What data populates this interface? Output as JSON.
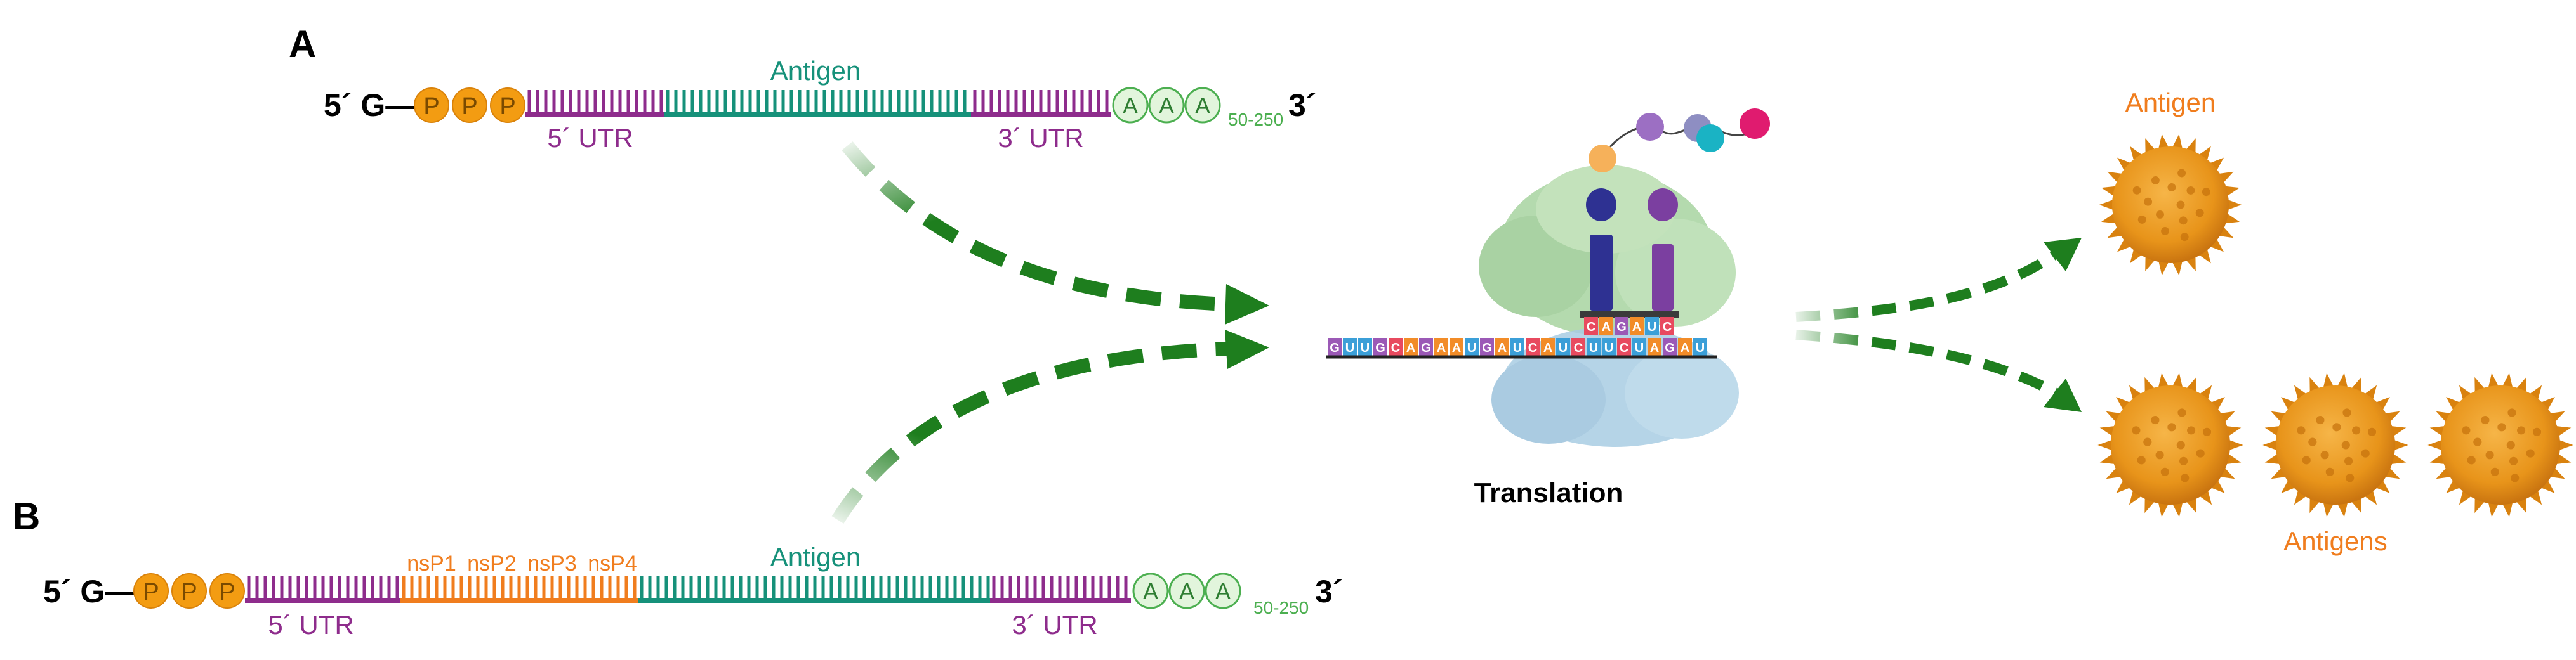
{
  "panel_a": {
    "label": "A",
    "five_prime": "5´ G—",
    "cap": [
      "P",
      "P",
      "P"
    ],
    "utr5": "5´ UTR",
    "antigen": "Antigen",
    "utr3": "3´ UTR",
    "polyA": [
      "A",
      "A",
      "A"
    ],
    "polyA_range": "50-250",
    "three_prime": "3´"
  },
  "panel_b": {
    "label": "B",
    "five_prime": "5´ G—",
    "cap": [
      "P",
      "P",
      "P"
    ],
    "utr5": "5´ UTR",
    "nsp": [
      "nsP1",
      "nsP2",
      "nsP3",
      "nsP4"
    ],
    "antigen": "Antigen",
    "utr3": "3´ UTR",
    "polyA": [
      "A",
      "A",
      "A"
    ],
    "polyA_range": "50-250",
    "three_prime": "3´"
  },
  "ribosome": {
    "label": "Translation",
    "mrna_sequence": "GUUGCAGAAUGAUCAUCUUCUAGAU",
    "anticodon": "CAGAUC"
  },
  "outputs": {
    "single_label": "Antigen",
    "multi_label": "Antigens"
  },
  "colors": {
    "cap": "#f39c12",
    "utr": "#8e2c8c",
    "antigen": "#16917a",
    "nsp": "#f07d1e",
    "polyA_fill": "#e2f5dc",
    "polyA_stroke": "#4caf50",
    "arrow": "#1e7e1e",
    "antigen_label": "#f07d1e",
    "virus": "#e8941a"
  }
}
